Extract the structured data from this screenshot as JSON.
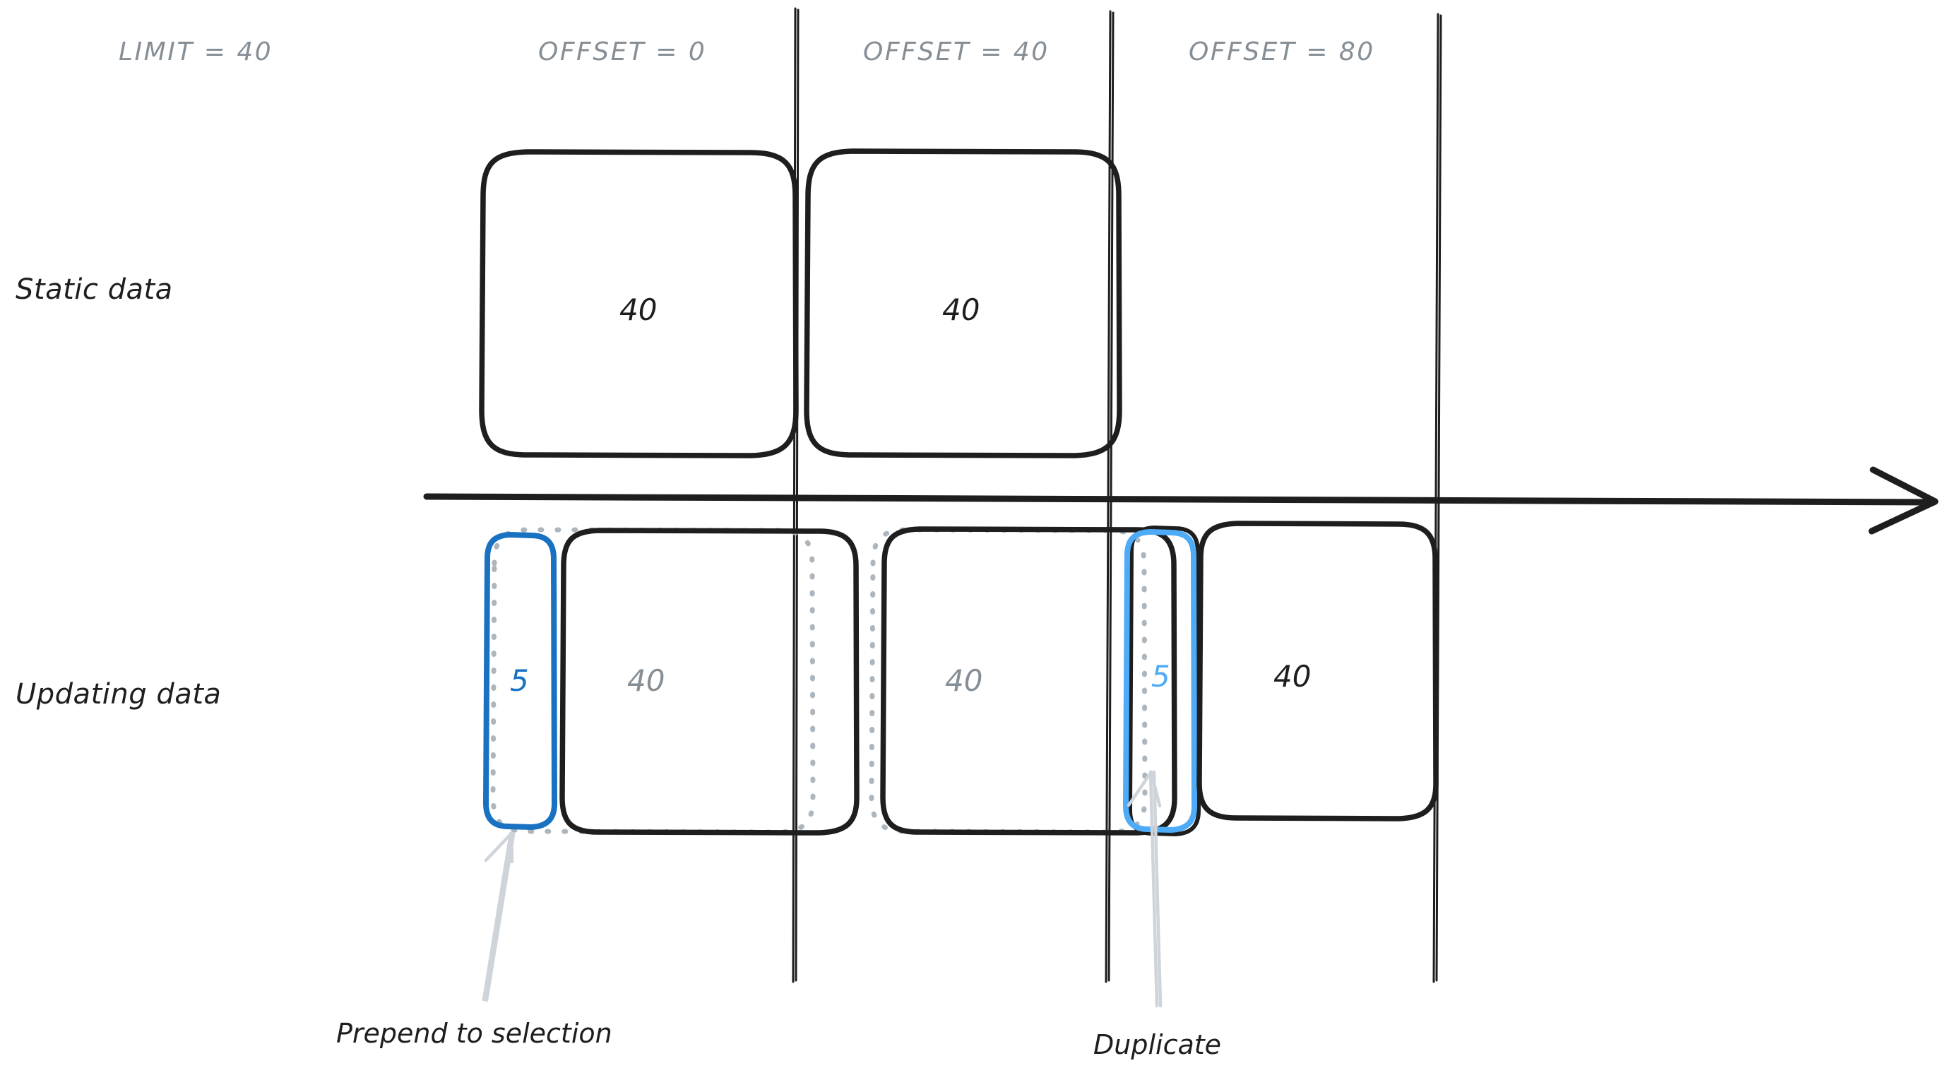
{
  "diagram": {
    "title_hidden": "",
    "colors": {
      "ink": "#1e1e1e",
      "gray": "#868e96",
      "blue_dark": "#1971c2",
      "blue_light": "#4dabf7",
      "ghost": "#adb5bd"
    },
    "column_headers": [
      {
        "id": "limit",
        "label": "LIMIT = 40"
      },
      {
        "id": "offset0",
        "label": "OFFSET = 0"
      },
      {
        "id": "offset40",
        "label": "OFFSET = 40"
      },
      {
        "id": "offset80",
        "label": "OFFSET = 80"
      }
    ],
    "row_labels": [
      {
        "id": "static",
        "label": "Static data"
      },
      {
        "id": "updating",
        "label": "Updating data"
      }
    ],
    "static_row": {
      "boxes": [
        {
          "id": "static-page-1",
          "value": "40"
        },
        {
          "id": "static-page-2",
          "value": "40"
        }
      ]
    },
    "updating_row": {
      "prepended_box": {
        "id": "updating-prepend-5",
        "value": "5"
      },
      "duplicate_box": {
        "id": "updating-duplicate-5",
        "value": "5"
      },
      "boxes": [
        {
          "id": "updating-page-1",
          "value": "40"
        },
        {
          "id": "updating-page-2",
          "value": "40"
        },
        {
          "id": "updating-page-3",
          "value": "40"
        }
      ]
    },
    "annotations": [
      {
        "id": "prepend",
        "label": "Prepend to selection"
      },
      {
        "id": "duplicate",
        "label": "Duplicate"
      }
    ],
    "axis": {
      "id": "timeline-axis",
      "direction": "right"
    }
  }
}
